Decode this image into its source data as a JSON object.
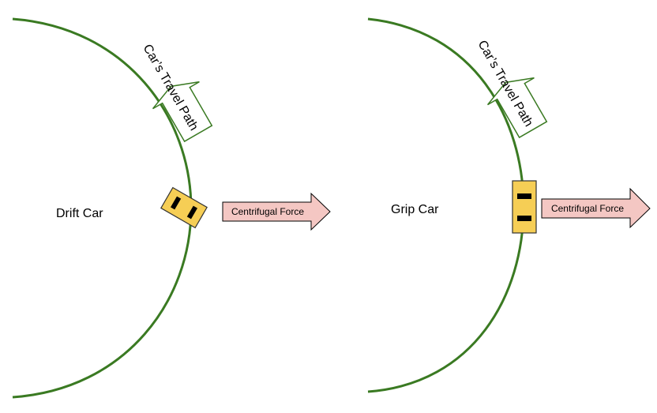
{
  "colors": {
    "track": "#3a7a22",
    "travel_arrow_stroke": "#3a7a22",
    "travel_arrow_fill": "#ffffff",
    "force_arrow_fill": "#f4c7c3",
    "force_arrow_stroke": "#000000",
    "car_body": "#f6ce55",
    "car_stroke": "#333333",
    "car_window": "#000000"
  },
  "panels": [
    {
      "car_label": "Drift Car",
      "travel_path_label": "Car’s Travel Path",
      "force_label": "Centrifugal Force",
      "car_icon": "car-icon-angled",
      "car_rotation_deg": -60
    },
    {
      "car_label": "Grip Car",
      "travel_path_label": "Car’s Travel Path",
      "force_label": "Centrifugal Force",
      "car_icon": "car-icon-upright",
      "car_rotation_deg": 0
    }
  ]
}
